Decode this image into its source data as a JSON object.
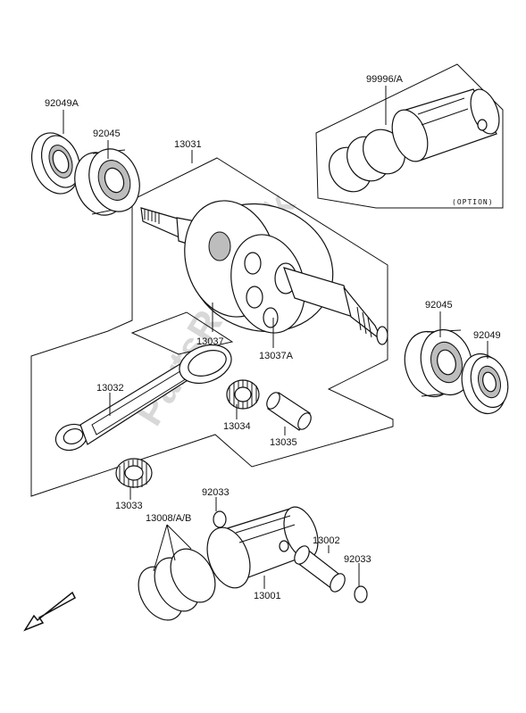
{
  "labels": {
    "p92049A": "92049A",
    "p92045_top": "92045",
    "p13031": "13031",
    "p99996A": "99996/A",
    "option": "(OPTION)",
    "p13037": "13037",
    "p13037A": "13037A",
    "p92045_right": "92045",
    "p92049": "92049",
    "p13032": "13032",
    "p13034": "13034",
    "p13035": "13035",
    "p13033": "13033",
    "p92033_top": "92033",
    "p13008": "13008/A/B",
    "p13002": "13002",
    "p92033_right": "92033",
    "p13001": "13001"
  },
  "watermark": "PartsRepublik"
}
